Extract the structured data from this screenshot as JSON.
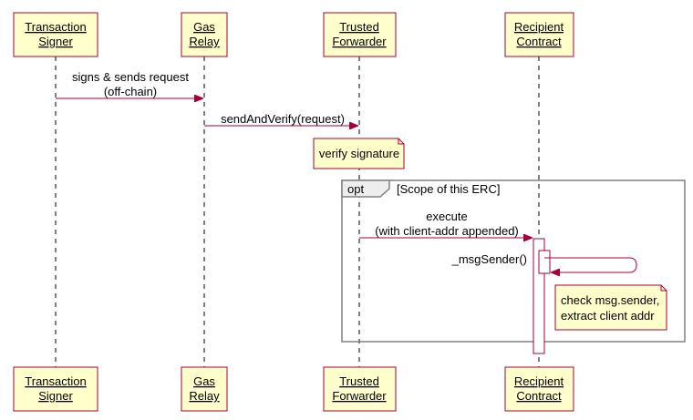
{
  "participants": [
    {
      "id": "signer",
      "line1": "Transaction",
      "line2": "Signer"
    },
    {
      "id": "relay",
      "line1": "Gas",
      "line2": "Relay"
    },
    {
      "id": "forwarder",
      "line1": "Trusted",
      "line2": "Forwarder"
    },
    {
      "id": "recipient",
      "line1": "Recipient",
      "line2": "Contract"
    }
  ],
  "messages": [
    {
      "id": "m1",
      "line1": "signs & sends request",
      "line2": "(off-chain)",
      "from": "Transaction Signer",
      "to": "Gas Relay"
    },
    {
      "id": "m2",
      "line1": "sendAndVerify(request)",
      "from": "Gas Relay",
      "to": "Trusted Forwarder"
    },
    {
      "id": "m3",
      "line1": "execute",
      "line2": "(with client-addr appended)",
      "from": "Trusted Forwarder",
      "to": "Recipient Contract"
    },
    {
      "id": "m4",
      "line1": "_msgSender()",
      "from": "Recipient Contract",
      "to": "Recipient Contract"
    }
  ],
  "notes": [
    {
      "id": "n1",
      "line1": "verify signature"
    },
    {
      "id": "n2",
      "line1": "check msg.sender,",
      "line2": "extract client addr"
    }
  ],
  "fragment": {
    "keyword": "opt",
    "guard": "[Scope of this ERC]"
  },
  "colors": {
    "border": "#a80036",
    "fill": "#ffffcc",
    "frame": "#808080"
  }
}
